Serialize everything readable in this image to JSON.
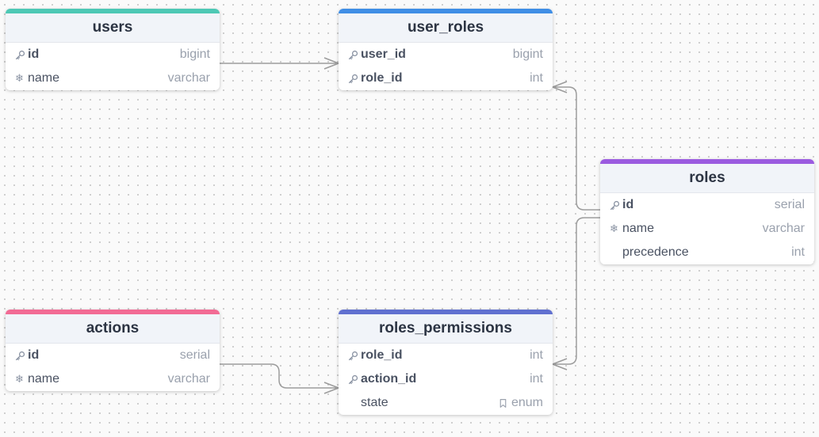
{
  "tables": [
    {
      "key": "users",
      "name": "users",
      "color": "#4dc8b5",
      "fields": [
        {
          "name": "id",
          "type": "bigint",
          "icon": "key-icon",
          "pk": true
        },
        {
          "name": "name",
          "type": "varchar",
          "icon": "snowflake-icon",
          "pk": false
        }
      ]
    },
    {
      "key": "user_roles",
      "name": "user_roles",
      "color": "#3f8ee6",
      "fields": [
        {
          "name": "user_id",
          "type": "bigint",
          "icon": "key-icon",
          "pk": true
        },
        {
          "name": "role_id",
          "type": "int",
          "icon": "key-icon",
          "pk": true
        }
      ]
    },
    {
      "key": "roles",
      "name": "roles",
      "color": "#9b5be0",
      "fields": [
        {
          "name": "id",
          "type": "serial",
          "icon": "key-icon",
          "pk": true
        },
        {
          "name": "name",
          "type": "varchar",
          "icon": "snowflake-icon",
          "pk": false
        },
        {
          "name": "precedence",
          "type": "int",
          "icon": "",
          "pk": false
        }
      ]
    },
    {
      "key": "actions",
      "name": "actions",
      "color": "#f26b95",
      "fields": [
        {
          "name": "id",
          "type": "serial",
          "icon": "key-icon",
          "pk": true
        },
        {
          "name": "name",
          "type": "varchar",
          "icon": "snowflake-icon",
          "pk": false
        }
      ]
    },
    {
      "key": "roles_permissions",
      "name": "roles_permissions",
      "color": "#6070d0",
      "fields": [
        {
          "name": "role_id",
          "type": "int",
          "icon": "key-icon",
          "pk": true
        },
        {
          "name": "action_id",
          "type": "int",
          "icon": "key-icon",
          "pk": true
        },
        {
          "name": "state",
          "type": "enum",
          "icon": "",
          "pk": false,
          "type_icon": "bookmark-icon"
        }
      ]
    }
  ],
  "relations": [
    {
      "from": "users.id",
      "to": "user_roles.user_id"
    },
    {
      "from": "roles.id",
      "to": "user_roles.role_id"
    },
    {
      "from": "roles.id",
      "to": "roles_permissions.role_id"
    },
    {
      "from": "actions.id",
      "to": "roles_permissions.action_id"
    }
  ]
}
